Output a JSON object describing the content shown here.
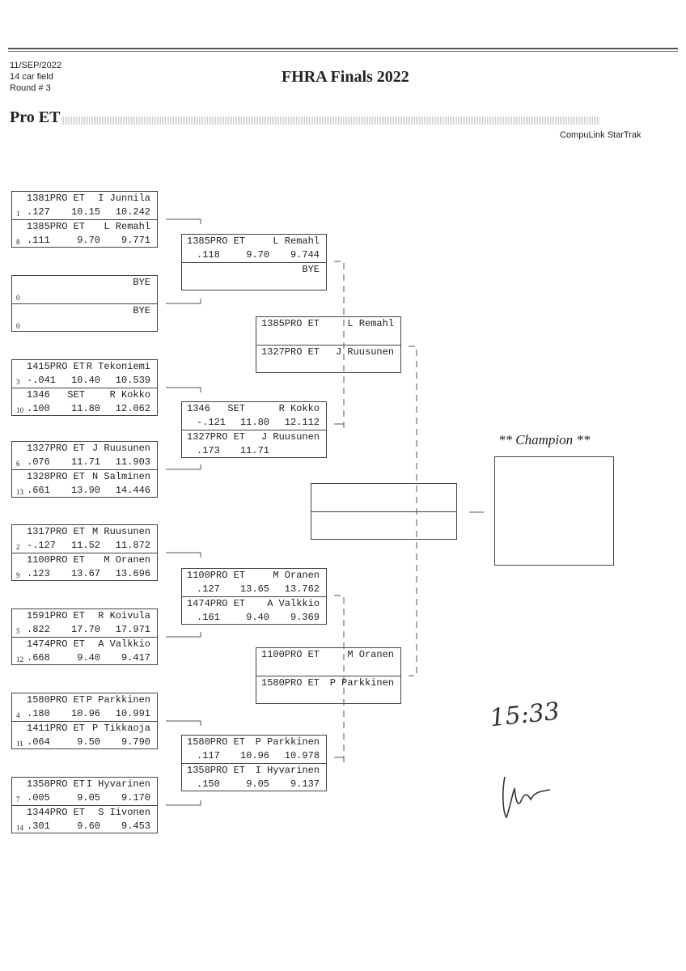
{
  "header": {
    "date": "11/SEP/2022",
    "field": "14 car field",
    "round": "Round # 3",
    "title": "FHRA Finals 2022",
    "class_title": "Pro ET",
    "software": "CompuLink StarTrak"
  },
  "round1": [
    {
      "entries": [
        {
          "car_class": "1381PRO ET",
          "driver": "I Junnila",
          "seed": "1",
          "rt": ".127",
          "dial": "10.15",
          "et": "10.242"
        },
        {
          "car_class": "1385PRO ET",
          "driver": "L Remahl",
          "seed": "8",
          "rt": ".111",
          "dial": "9.70",
          "et": "9.771"
        }
      ]
    },
    {
      "entries": [
        {
          "car_class": "",
          "driver": "BYE",
          "seed": "0",
          "rt": "",
          "dial": "",
          "et": ""
        },
        {
          "car_class": "",
          "driver": "BYE",
          "seed": "0",
          "rt": "",
          "dial": "",
          "et": ""
        }
      ]
    },
    {
      "entries": [
        {
          "car_class": "1415PRO ET",
          "driver": "R Tekoniemi",
          "seed": "3",
          "rt": "-.041",
          "dial": "10.40",
          "et": "10.539"
        },
        {
          "car_class": "1346   SET",
          "driver": "R Kokko",
          "seed": "10",
          "rt": ".100",
          "dial": "11.80",
          "et": "12.062"
        }
      ]
    },
    {
      "entries": [
        {
          "car_class": "1327PRO ET",
          "driver": "J Ruusunen",
          "seed": "6",
          "rt": ".076",
          "dial": "11.71",
          "et": "11.903"
        },
        {
          "car_class": "1328PRO ET",
          "driver": "N Salminen",
          "seed": "13",
          "rt": ".661",
          "dial": "13.90",
          "et": "14.446"
        }
      ]
    },
    {
      "entries": [
        {
          "car_class": "1317PRO ET",
          "driver": "M Ruusunen",
          "seed": "2",
          "rt": "-.127",
          "dial": "11.52",
          "et": "11.872"
        },
        {
          "car_class": "1100PRO ET",
          "driver": "M Oranen",
          "seed": "9",
          "rt": ".123",
          "dial": "13.67",
          "et": "13.696"
        }
      ]
    },
    {
      "entries": [
        {
          "car_class": "1591PRO ET",
          "driver": "R Koivula",
          "seed": "5",
          "rt": ".822",
          "dial": "17.70",
          "et": "17.971"
        },
        {
          "car_class": "1474PRO ET",
          "driver": "A Valkkio",
          "seed": "12",
          "rt": ".668",
          "dial": "9.40",
          "et": "9.417"
        }
      ]
    },
    {
      "entries": [
        {
          "car_class": "1580PRO ET",
          "driver": "P Parkkinen",
          "seed": "4",
          "rt": ".180",
          "dial": "10.96",
          "et": "10.991"
        },
        {
          "car_class": "1411PRO ET",
          "driver": "P Tikkaoja",
          "seed": "11",
          "rt": ".064",
          "dial": "9.50",
          "et": "9.790"
        }
      ]
    },
    {
      "entries": [
        {
          "car_class": "1358PRO ET",
          "driver": "I Hyvarinen",
          "seed": "7",
          "rt": ".005",
          "dial": "9.05",
          "et": "9.170"
        },
        {
          "car_class": "1344PRO ET",
          "driver": "S Iivonen",
          "seed": "14",
          "rt": ".301",
          "dial": "9.60",
          "et": "9.453"
        }
      ]
    }
  ],
  "round2": [
    {
      "entries": [
        {
          "car_class": "1385PRO ET",
          "driver": "L Remahl",
          "rt": ".118",
          "dial": "9.70",
          "et": "9.744"
        },
        {
          "car_class": "",
          "driver": "BYE",
          "rt": "",
          "dial": "",
          "et": ""
        }
      ]
    },
    {
      "entries": [
        {
          "car_class": "1346   SET",
          "driver": "R Kokko",
          "rt": "-.121",
          "dial": "11.80",
          "et": "12.112"
        },
        {
          "car_class": "1327PRO ET",
          "driver": "J Ruusunen",
          "rt": ".173",
          "dial": "11.71",
          "et": ""
        }
      ]
    },
    {
      "entries": [
        {
          "car_class": "1100PRO ET",
          "driver": "M Oranen",
          "rt": ".127",
          "dial": "13.65",
          "et": "13.762"
        },
        {
          "car_class": "1474PRO ET",
          "driver": "A Valkkio",
          "rt": ".161",
          "dial": "9.40",
          "et": "9.369"
        }
      ]
    },
    {
      "entries": [
        {
          "car_class": "1580PRO ET",
          "driver": "P Parkkinen",
          "rt": ".117",
          "dial": "10.96",
          "et": "10.978"
        },
        {
          "car_class": "1358PRO ET",
          "driver": "I Hyvarinen",
          "rt": ".150",
          "dial": "9.05",
          "et": "9.137"
        }
      ]
    }
  ],
  "round3": [
    {
      "entries": [
        {
          "car_class": "1385PRO ET",
          "driver": "L Remahl",
          "rt": "",
          "dial": "",
          "et": ""
        },
        {
          "car_class": "1327PRO ET",
          "driver": "J Ruusunen",
          "rt": "",
          "dial": "",
          "et": ""
        }
      ]
    },
    {
      "entries": [
        {
          "car_class": "1100PRO ET",
          "driver": "M Oranen",
          "rt": "",
          "dial": "",
          "et": ""
        },
        {
          "car_class": "1580PRO ET",
          "driver": "P Parkkinen",
          "rt": "",
          "dial": "",
          "et": ""
        }
      ]
    }
  ],
  "final": {
    "entries": [
      {
        "car_class": "",
        "driver": "",
        "rt": "",
        "dial": "",
        "et": ""
      },
      {
        "car_class": "",
        "driver": "",
        "rt": "",
        "dial": "",
        "et": ""
      }
    ]
  },
  "champion": {
    "label": "** Champion **"
  },
  "handwriting": {
    "time": "15:33"
  }
}
